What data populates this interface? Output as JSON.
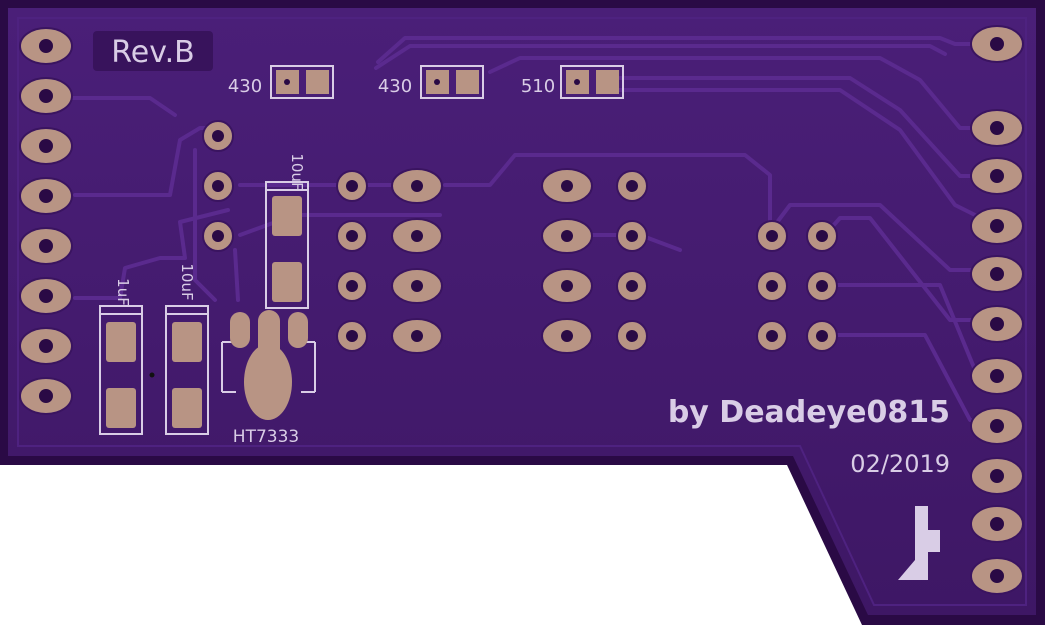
{
  "board": {
    "revision": "Rev.B",
    "credit": "by Deadeye0815",
    "date": "02/2019",
    "regulator_label": "HT7333",
    "resistors": [
      {
        "label": "430"
      },
      {
        "label": "430"
      },
      {
        "label": "510"
      }
    ],
    "capacitors": [
      {
        "label": "10uF"
      },
      {
        "label": "1uF"
      },
      {
        "label": "10uF"
      }
    ],
    "colors": {
      "board": "#42196b",
      "board_edge": "#2a0a45",
      "trace": "#4f2480",
      "pad": "#b89484",
      "silkscreen": "#d9cde6"
    }
  }
}
